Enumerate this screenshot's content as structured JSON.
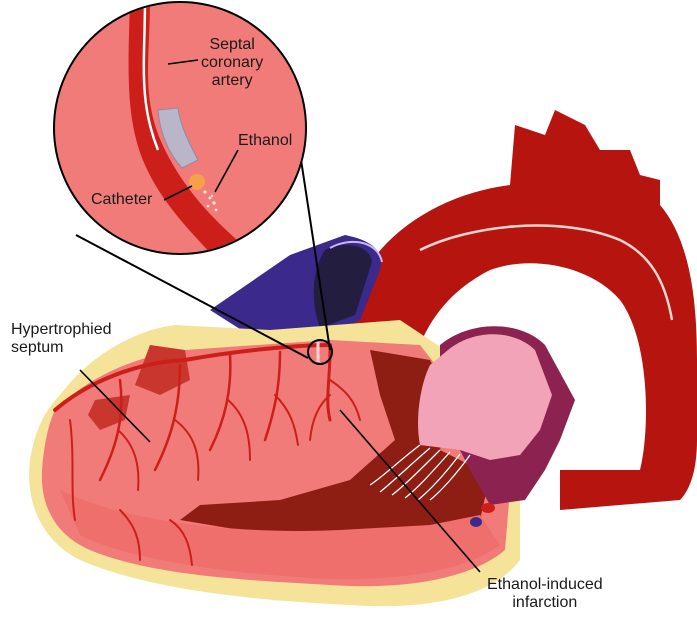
{
  "labels": {
    "septal_line1": "Septal",
    "septal_line2": "coronary",
    "septal_line3": "artery",
    "ethanol": "Ethanol",
    "catheter": "Catheter",
    "hyper_line1": "Hypertrophied",
    "hyper_line2": "septum",
    "infarct_line1": "Ethanol-induced",
    "infarct_line2": "infarction"
  },
  "colors": {
    "myocardium": "#f07b78",
    "myocardium_dark": "#e15a58",
    "artery_red": "#cc1f1a",
    "aorta_red": "#b5140f",
    "infarct_dark": "#8e1d14",
    "epicardial_fat": "#f6e39a",
    "vein_purple": "#3b2a8c",
    "vein_dark": "#231d3f",
    "valve_pink": "#f2a3b8",
    "valve_rim": "#8b2250",
    "outline": "#000000"
  }
}
